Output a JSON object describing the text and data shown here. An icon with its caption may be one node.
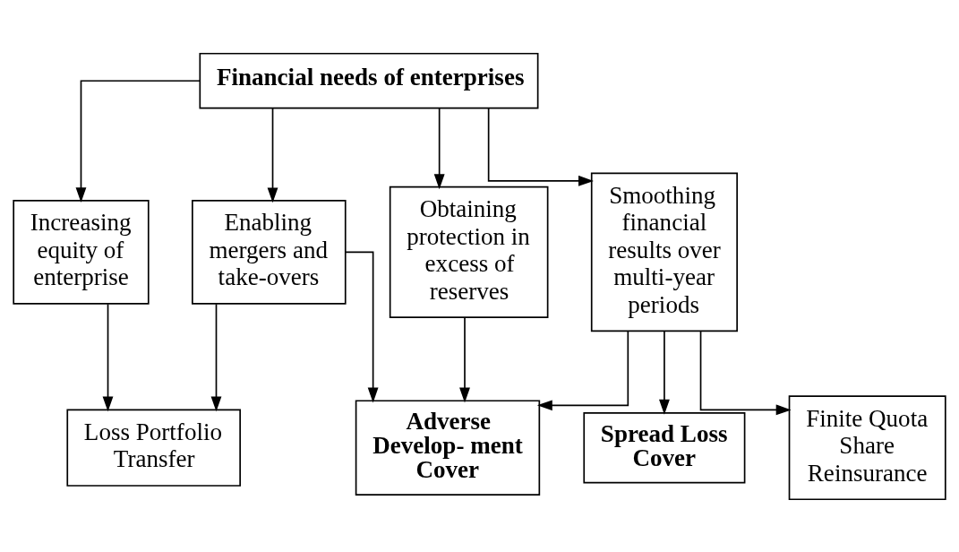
{
  "diagram": {
    "nodes": [
      {
        "text": [
          "Financial needs of enterprises"
        ]
      },
      {
        "text": [
          "Increasing equity of enterprise"
        ]
      },
      {
        "text": [
          "Enabling mergers and take-overs"
        ]
      },
      {
        "text": [
          "Obtaining protection in excess of reserves"
        ]
      },
      {
        "text": [
          "Smoothing financial results over multi-year periods"
        ]
      },
      {
        "text": [
          "Loss Portfolio Transfer"
        ]
      },
      {
        "text": [
          "Adverse Develop- ment Cover"
        ]
      },
      {
        "text": [
          "Spread Loss Cover"
        ]
      },
      {
        "text": [
          "Finite Quota Share Reinsurance"
        ]
      }
    ],
    "edges": [
      {
        "from": 0,
        "to": 1,
        "arrow": "to"
      },
      {
        "from": 0,
        "to": 2,
        "arrow": "to"
      },
      {
        "from": 0,
        "to": 3,
        "arrow": "to"
      },
      {
        "from": 0,
        "to": 4,
        "arrow": "to"
      },
      {
        "from": 1,
        "to": 5,
        "arrow": "to"
      },
      {
        "from": 2,
        "to": 5,
        "arrow": "to"
      },
      {
        "from": 2,
        "to": 6,
        "arrow": "to"
      },
      {
        "from": 3,
        "to": 6,
        "arrow": "to"
      },
      {
        "from": 4,
        "to": 6,
        "arrow": "to"
      },
      {
        "from": 4,
        "to": 7,
        "arrow": "to"
      },
      {
        "from": 4,
        "to": 8,
        "arrow": "to"
      }
    ]
  }
}
